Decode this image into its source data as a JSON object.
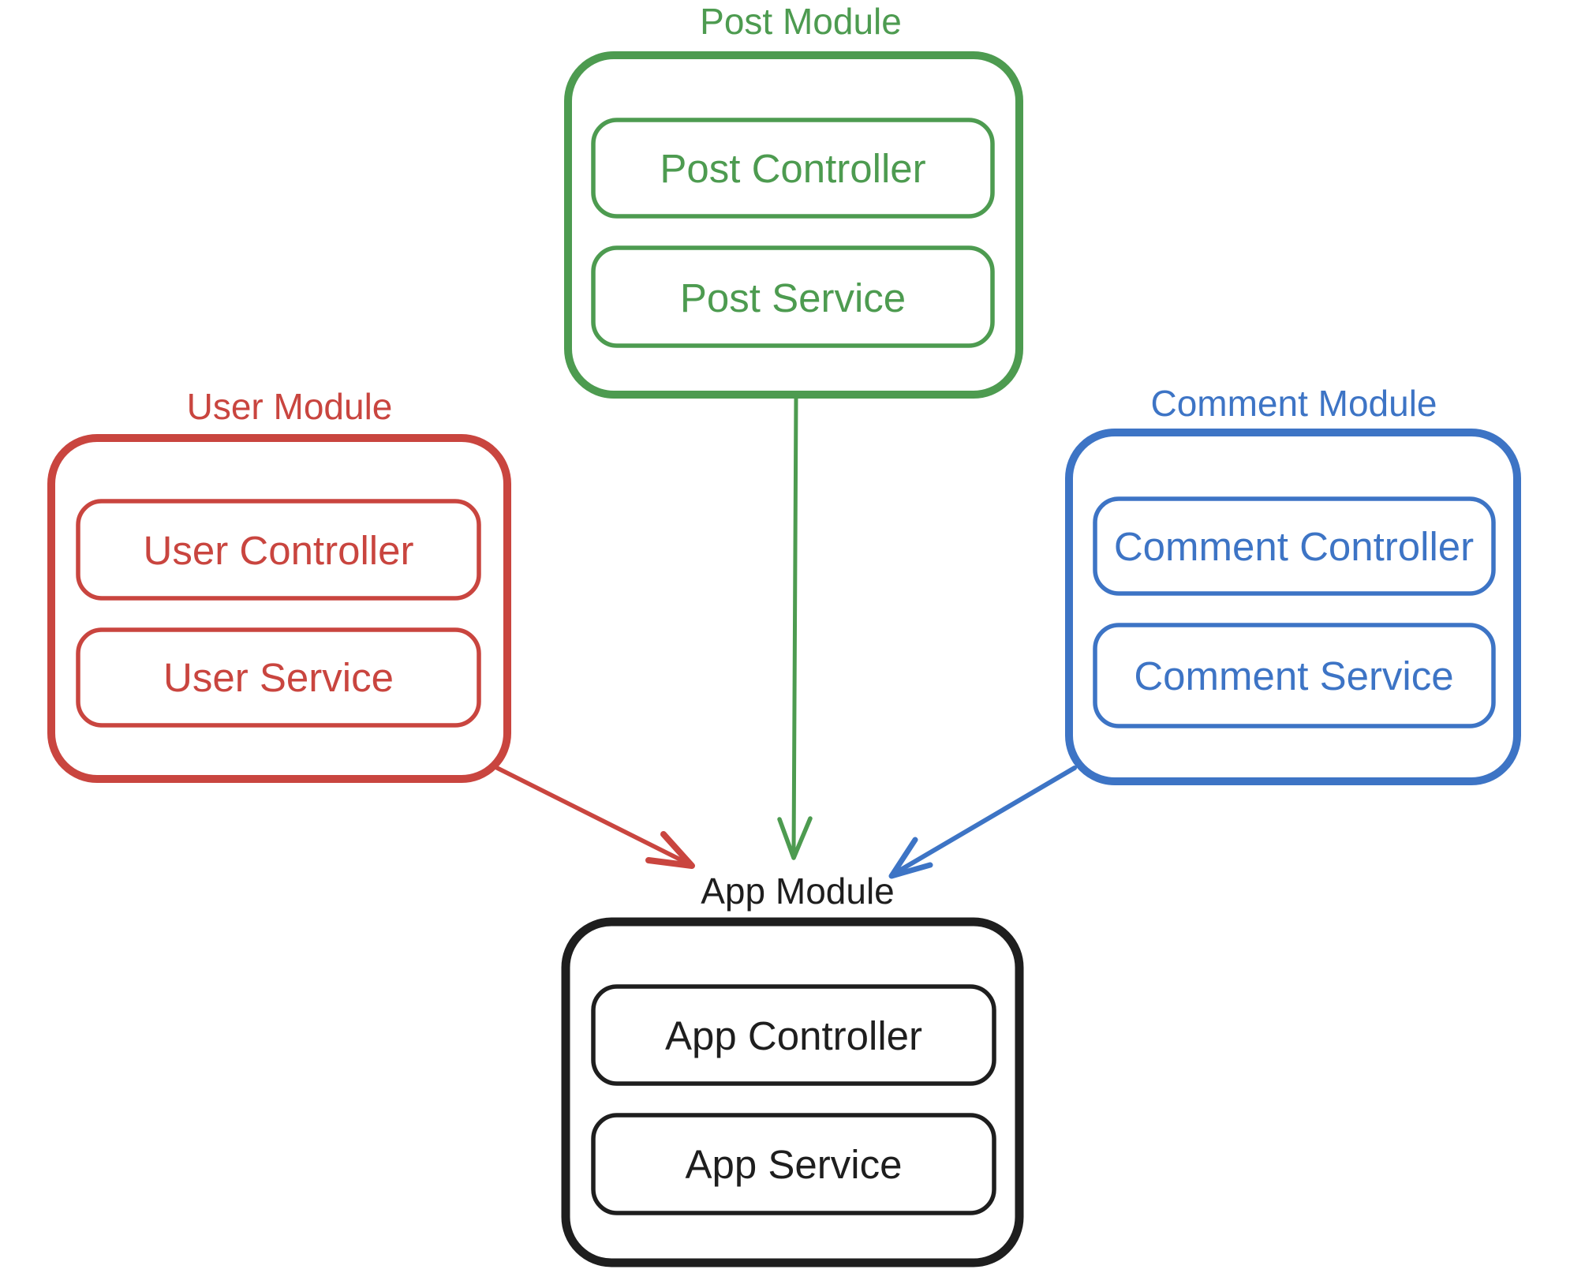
{
  "canvas": {
    "background": "#ffffff"
  },
  "modules": [
    {
      "title": "Post Module",
      "color": "#4d9b50",
      "boxes": [
        {
          "label": "Post Controller"
        },
        {
          "label": "Post Service"
        }
      ]
    },
    {
      "title": "User Module",
      "color": "#c9453f",
      "boxes": [
        {
          "label": "User Controller"
        },
        {
          "label": "User Service"
        }
      ]
    },
    {
      "title": "Comment Module",
      "color": "#3d74c5",
      "boxes": [
        {
          "label": "Comment Controller"
        },
        {
          "label": "Comment Service"
        }
      ]
    },
    {
      "title": "App Module",
      "color": "#1e1e1e",
      "boxes": [
        {
          "label": "App Controller"
        },
        {
          "label": "App Service"
        }
      ]
    }
  ],
  "edges": [
    {
      "from": "User Module",
      "to": "App Module",
      "color": "#c9453f"
    },
    {
      "from": "Post Module",
      "to": "App Module",
      "color": "#4d9b50"
    },
    {
      "from": "Comment Module",
      "to": "App Module",
      "color": "#3d74c5"
    }
  ]
}
